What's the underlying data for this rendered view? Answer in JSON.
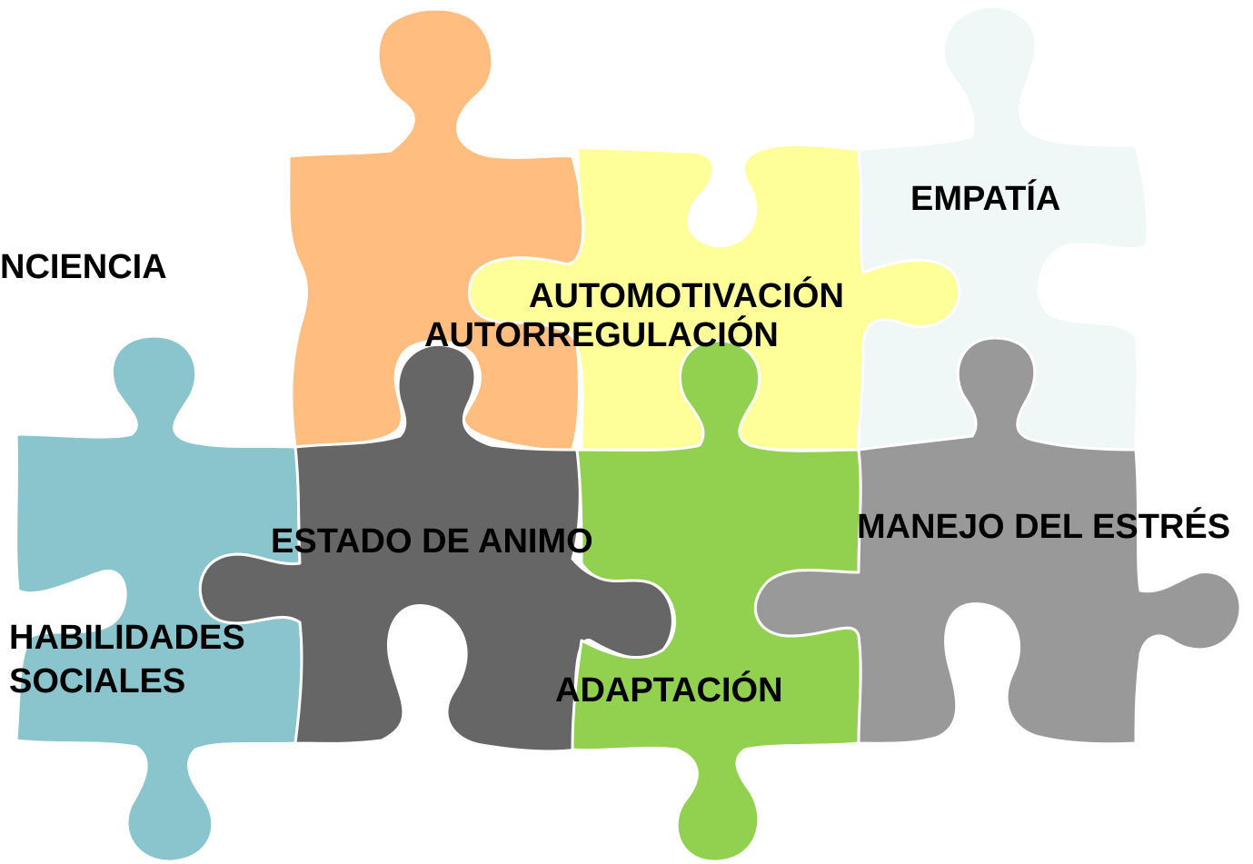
{
  "pieces": [
    {
      "id": "autoconciencia",
      "label_lines": [
        "NCIENCIA"
      ],
      "color": "#ffffff"
    },
    {
      "id": "autorregulacion",
      "label_lines": [
        "AUTORREGULACIÓN"
      ],
      "color": "#FFBE80"
    },
    {
      "id": "automotivacion",
      "label_lines": [
        "AUTOMOTIVACIÓN"
      ],
      "color": "#FFFF99"
    },
    {
      "id": "empatia",
      "label_lines": [
        "EMPATÍA"
      ],
      "color": "#EFF7F7"
    },
    {
      "id": "habilidades-sociales",
      "label_lines": [
        "HABILIDADES",
        "SOCIALES"
      ],
      "color": "#8AC5CE"
    },
    {
      "id": "estado-de-animo",
      "label_lines": [
        "ESTADO DE ANIMO"
      ],
      "color": "#666666"
    },
    {
      "id": "adaptacion",
      "label_lines": [
        "ADAPTACIÓN"
      ],
      "color": "#92D050"
    },
    {
      "id": "manejo-del-estres",
      "label_lines": [
        "MANEJO DEL ESTRÉS"
      ],
      "color": "#999999"
    }
  ]
}
